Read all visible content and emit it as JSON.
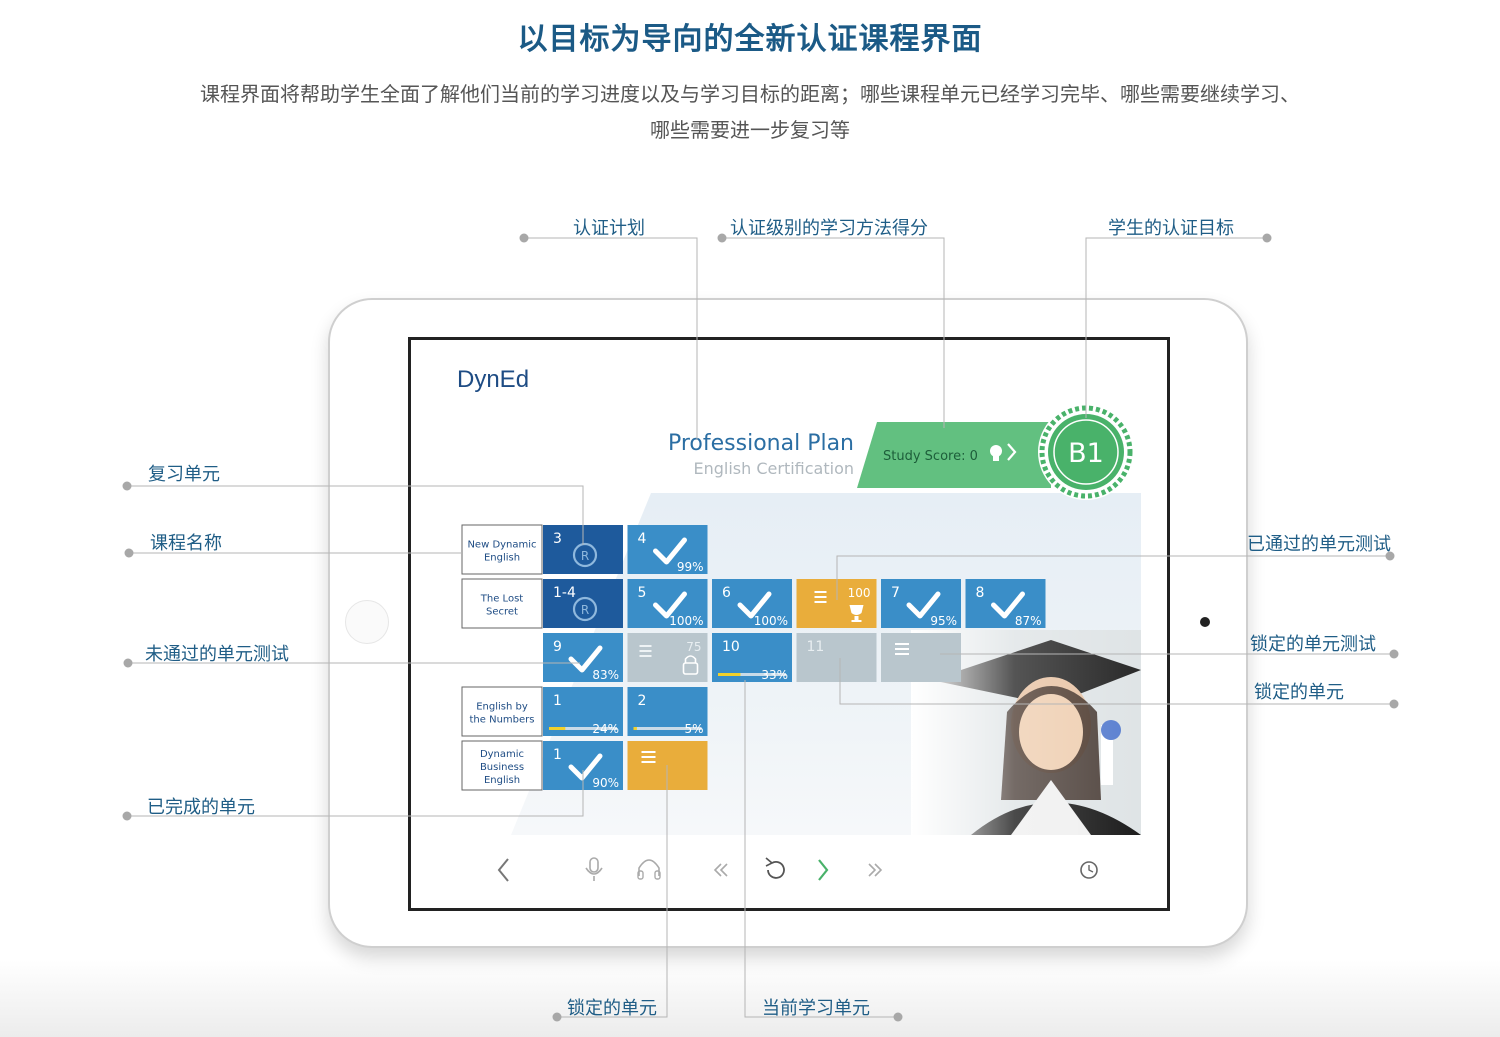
{
  "header": {
    "title": "以目标为导向的全新认证课程界面",
    "subtitle_line1": "课程界面将帮助学生全面了解他们当前的学习进度以及与学习目标的距离；哪些课程单元已经学习完毕、哪些需要继续学习、",
    "subtitle_line2": "哪些需要进一步复习等"
  },
  "callouts": {
    "plan": "认证计划",
    "score": "认证级别的学习方法得分",
    "target": "学生的认证目标",
    "review": "复习单元",
    "course_name": "课程名称",
    "failed_test": "未通过的单元测试",
    "completed": "已完成的单元",
    "passed_test": "已通过的单元测试",
    "locked_test": "锁定的单元测试",
    "locked_unit_right": "锁定的单元",
    "locked_unit_bottom": "锁定的单元",
    "current_unit": "当前学习单元"
  },
  "app": {
    "logo": "DynEd",
    "plan_title": "Professional Plan",
    "plan_subtitle": "English Certification",
    "study_score_label": "Study Score: 0",
    "level_badge": "B1"
  },
  "colors": {
    "dark_blue": "#1e5a9c",
    "blue": "#3a8ec8",
    "orange": "#e9ad3b",
    "gray": "#b9c6cd",
    "green": "#49b26a",
    "title": "#1b5a86"
  },
  "courses": [
    {
      "name_line1": "New Dynamic",
      "name_line2": "English",
      "name_line3": ""
    },
    {
      "name_line1": "The Lost",
      "name_line2": "Secret",
      "name_line3": ""
    },
    {
      "name_line1": "English by",
      "name_line2": "the Numbers",
      "name_line3": ""
    },
    {
      "name_line1": "Dynamic",
      "name_line2": "Business",
      "name_line3": "English"
    }
  ],
  "tiles": [
    {
      "num": "3",
      "pct": "",
      "type": "review",
      "color": "dark",
      "icon": "review-icon"
    },
    {
      "num": "4",
      "pct": "99%",
      "type": "completed",
      "color": "blue",
      "icon": "check-icon"
    },
    {
      "num": "1-4",
      "pct": "",
      "type": "review",
      "color": "dark",
      "icon": "review-icon"
    },
    {
      "num": "5",
      "pct": "100%",
      "type": "completed",
      "color": "blue",
      "icon": "check-icon"
    },
    {
      "num": "6",
      "pct": "100%",
      "type": "completed",
      "color": "blue",
      "icon": "check-icon"
    },
    {
      "num": "100",
      "pct": "",
      "type": "passed-test",
      "color": "orange",
      "icon": "trophy-icon"
    },
    {
      "num": "7",
      "pct": "95%",
      "type": "completed",
      "color": "blue",
      "icon": "check-icon"
    },
    {
      "num": "8",
      "pct": "87%",
      "type": "completed",
      "color": "blue",
      "icon": "check-icon"
    },
    {
      "num": "9",
      "pct": "83%",
      "type": "completed",
      "color": "blue",
      "icon": "check-icon"
    },
    {
      "num": "75",
      "pct": "",
      "type": "failed-test",
      "color": "gray",
      "icon": "lock-icon"
    },
    {
      "num": "10",
      "pct": "33%",
      "type": "current",
      "color": "blue",
      "progress": 0.33
    },
    {
      "num": "11",
      "pct": "",
      "type": "locked",
      "color": "gray"
    },
    {
      "num": "",
      "pct": "",
      "type": "locked-test",
      "color": "gray",
      "icon": "checklist-icon"
    },
    {
      "num": "1",
      "pct": "24%",
      "type": "in-progress",
      "color": "blue",
      "progress": 0.24
    },
    {
      "num": "2",
      "pct": "5%",
      "type": "in-progress",
      "color": "blue",
      "progress": 0.05
    },
    {
      "num": "1",
      "pct": "90%",
      "type": "completed",
      "color": "blue",
      "icon": "check-icon"
    },
    {
      "num": "",
      "pct": "",
      "type": "test",
      "color": "orange",
      "icon": "checklist-icon"
    }
  ],
  "toolbar": [
    {
      "icon": "back-arrow-icon"
    },
    {
      "icon": "microphone-icon"
    },
    {
      "icon": "headphones-icon"
    },
    {
      "icon": "rewind-icon"
    },
    {
      "icon": "replay-icon"
    },
    {
      "icon": "next-icon"
    },
    {
      "icon": "fast-forward-icon"
    },
    {
      "icon": "clock-icon"
    }
  ]
}
